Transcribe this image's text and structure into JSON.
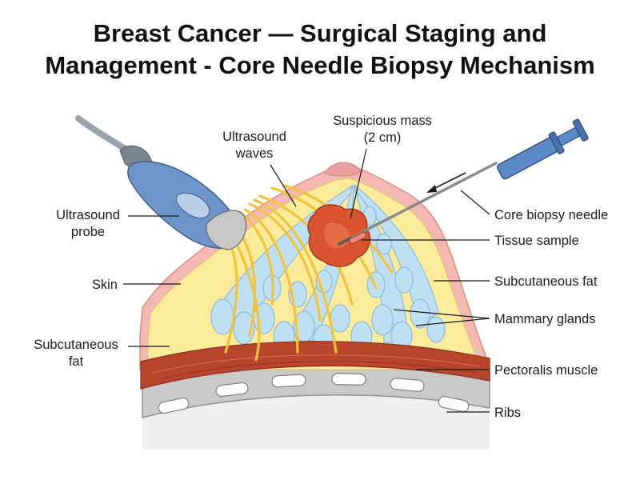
{
  "title": {
    "line1": "Breast Cancer — Surgical Staging and",
    "line2": "Management - Core Needle Biopsy Mechanism"
  },
  "labels": {
    "ultrasound_probe": [
      "Ultrasound",
      "probe"
    ],
    "ultrasound_waves": [
      "Ultrasound",
      "waves"
    ],
    "suspicious_mass": [
      "Suspicious mass",
      "(2 cm)"
    ],
    "core_biopsy_needle": "Core biopsy needle",
    "tissue_sample": "Tissue sample",
    "skin": "Skin",
    "subcutaneous_fat_right": "Subcutaneous fat",
    "subcutaneous_fat_left": [
      "Subcutaneous",
      "fat"
    ],
    "mammary_glands": "Mammary glands",
    "pectoralis_muscle": "Pectoralis muscle",
    "ribs": "Ribs"
  },
  "colors": {
    "skin": "#f2b8b1",
    "fat": "#fbeb9a",
    "glands": "#bfe0f2",
    "gland_outline": "#8fbcd9",
    "mass": "#d9542e",
    "muscle": "#b8452c",
    "rib": "#d6d6d6",
    "probe": "#6d95c9",
    "needle": "#5a8ac6",
    "waves": "#f2c33a"
  }
}
